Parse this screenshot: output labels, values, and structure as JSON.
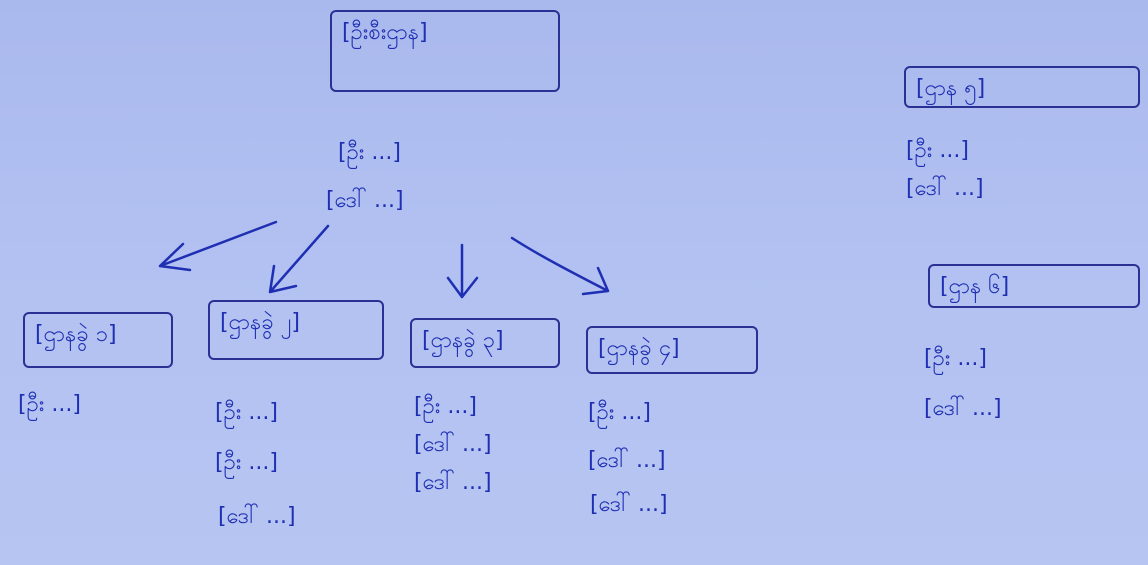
{
  "main_node": {
    "title": "[ဦးစီးဌာန]",
    "lines": [
      "[ဦး ...]",
      "[ဒေါ် ...]"
    ]
  },
  "children": [
    {
      "title": "[ဌာနခွဲ ၁]",
      "lines": [
        "[ဦး ...]"
      ]
    },
    {
      "title": "[ဌာနခွဲ ၂]",
      "lines": [
        "[ဦး ...]",
        "[ဦး ...]",
        "[ဒေါ် ...]"
      ]
    },
    {
      "title": "[ဌာနခွဲ ၃]",
      "lines": [
        "[ဦး ...]",
        "[ဒေါ် ...]",
        "[ဒေါ် ...]"
      ]
    },
    {
      "title": "[ဌာနခွဲ ၄]",
      "lines": [
        "[ဦး ...]",
        "[ဒေါ် ...]",
        "[ဒေါ် ...]"
      ]
    }
  ],
  "side_nodes": [
    {
      "title": "[ဌာန ၅]",
      "lines": [
        "[ဦး ...]",
        "[ဒေါ် ...]"
      ]
    },
    {
      "title": "[ဌာန ၆]",
      "lines": [
        "[ဦး ...]",
        "[ဒေါ် ...]"
      ]
    }
  ],
  "colors": {
    "ink": "#1f2fb3",
    "box_border": "#2a3194",
    "paper": "#b2c1f1"
  }
}
